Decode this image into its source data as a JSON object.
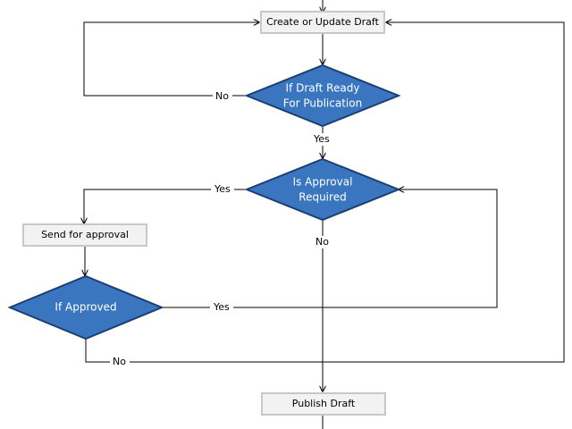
{
  "nodes": {
    "create_update_draft": "Create or Update Draft",
    "draft_ready": [
      "If Draft Ready",
      "For Publication"
    ],
    "approval_required": [
      "Is Approval",
      "Required"
    ],
    "send_for_approval": "Send for approval",
    "if_approved": "If Approved",
    "publish_draft": "Publish Draft"
  },
  "edge_labels": {
    "draft_ready_no": "No",
    "draft_ready_yes": "Yes",
    "approval_required_yes": "Yes",
    "approval_required_no": "No",
    "approved_yes": "Yes",
    "approved_no": "No"
  },
  "colors": {
    "decision_fill": "#3a76c0",
    "decision_stroke": "#1b3f73",
    "process_fill": "#f2f2f2",
    "process_stroke": "#c8c8c8"
  }
}
